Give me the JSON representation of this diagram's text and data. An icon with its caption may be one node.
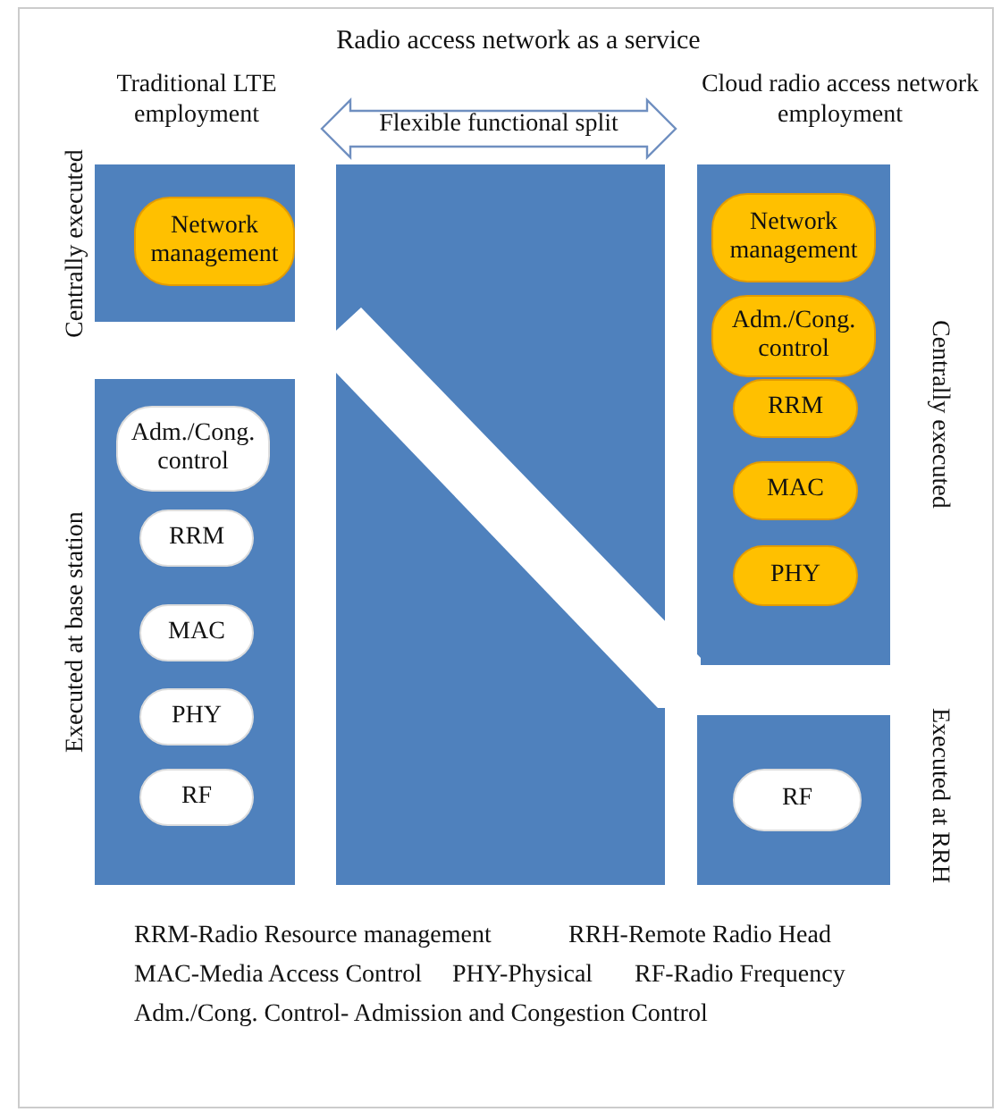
{
  "diagram": {
    "title": "Radio access network as a service",
    "nodes": [
      {
        "text": [
          "Traditional LTE employment"
        ],
        "beside": [
          "Centrally executed"
        ]
      },
      {
        "text": [
          "Network management"
        ],
        "in": 0
      },
      {
        "text": [],
        "shape": "box",
        "beside": [
          "Executed at base station"
        ]
      },
      {
        "text": [
          "Adm./Cong. control"
        ],
        "in": 2
      },
      {
        "text": [
          "RRM"
        ],
        "in": 2
      },
      {
        "text": [
          "MAC"
        ],
        "in": 2
      },
      {
        "text": [
          "PHY"
        ],
        "in": 2
      },
      {
        "text": [
          "RF"
        ],
        "in": 2
      },
      {
        "text": [],
        "shape": "box"
      },
      {
        "text": [
          "Cloud radio access network employment"
        ],
        "beside": [
          "Centrally executed"
        ]
      },
      {
        "text": [
          "Network management"
        ],
        "in": 9
      },
      {
        "text": [
          "Adm./Cong. control"
        ],
        "in": 9
      },
      {
        "text": [
          "RRM"
        ],
        "in": 9
      },
      {
        "text": [
          "MAC"
        ],
        "in": 9
      },
      {
        "text": [
          "PHY"
        ],
        "in": 9
      },
      {
        "text": [],
        "shape": "box",
        "beside": [
          "Executed at RRH"
        ]
      },
      {
        "text": [
          "RF"
        ],
        "in": 15
      }
    ],
    "labels": [
      "Flexible functional split",
      "RRM-Radio Resource management",
      "RRH-Remote Radio Head",
      "MAC-Media Access Control",
      "PHY-Physical",
      "RF-Radio Frequency",
      "Adm./Cong. Control- Admission and Congestion Control"
    ]
  }
}
